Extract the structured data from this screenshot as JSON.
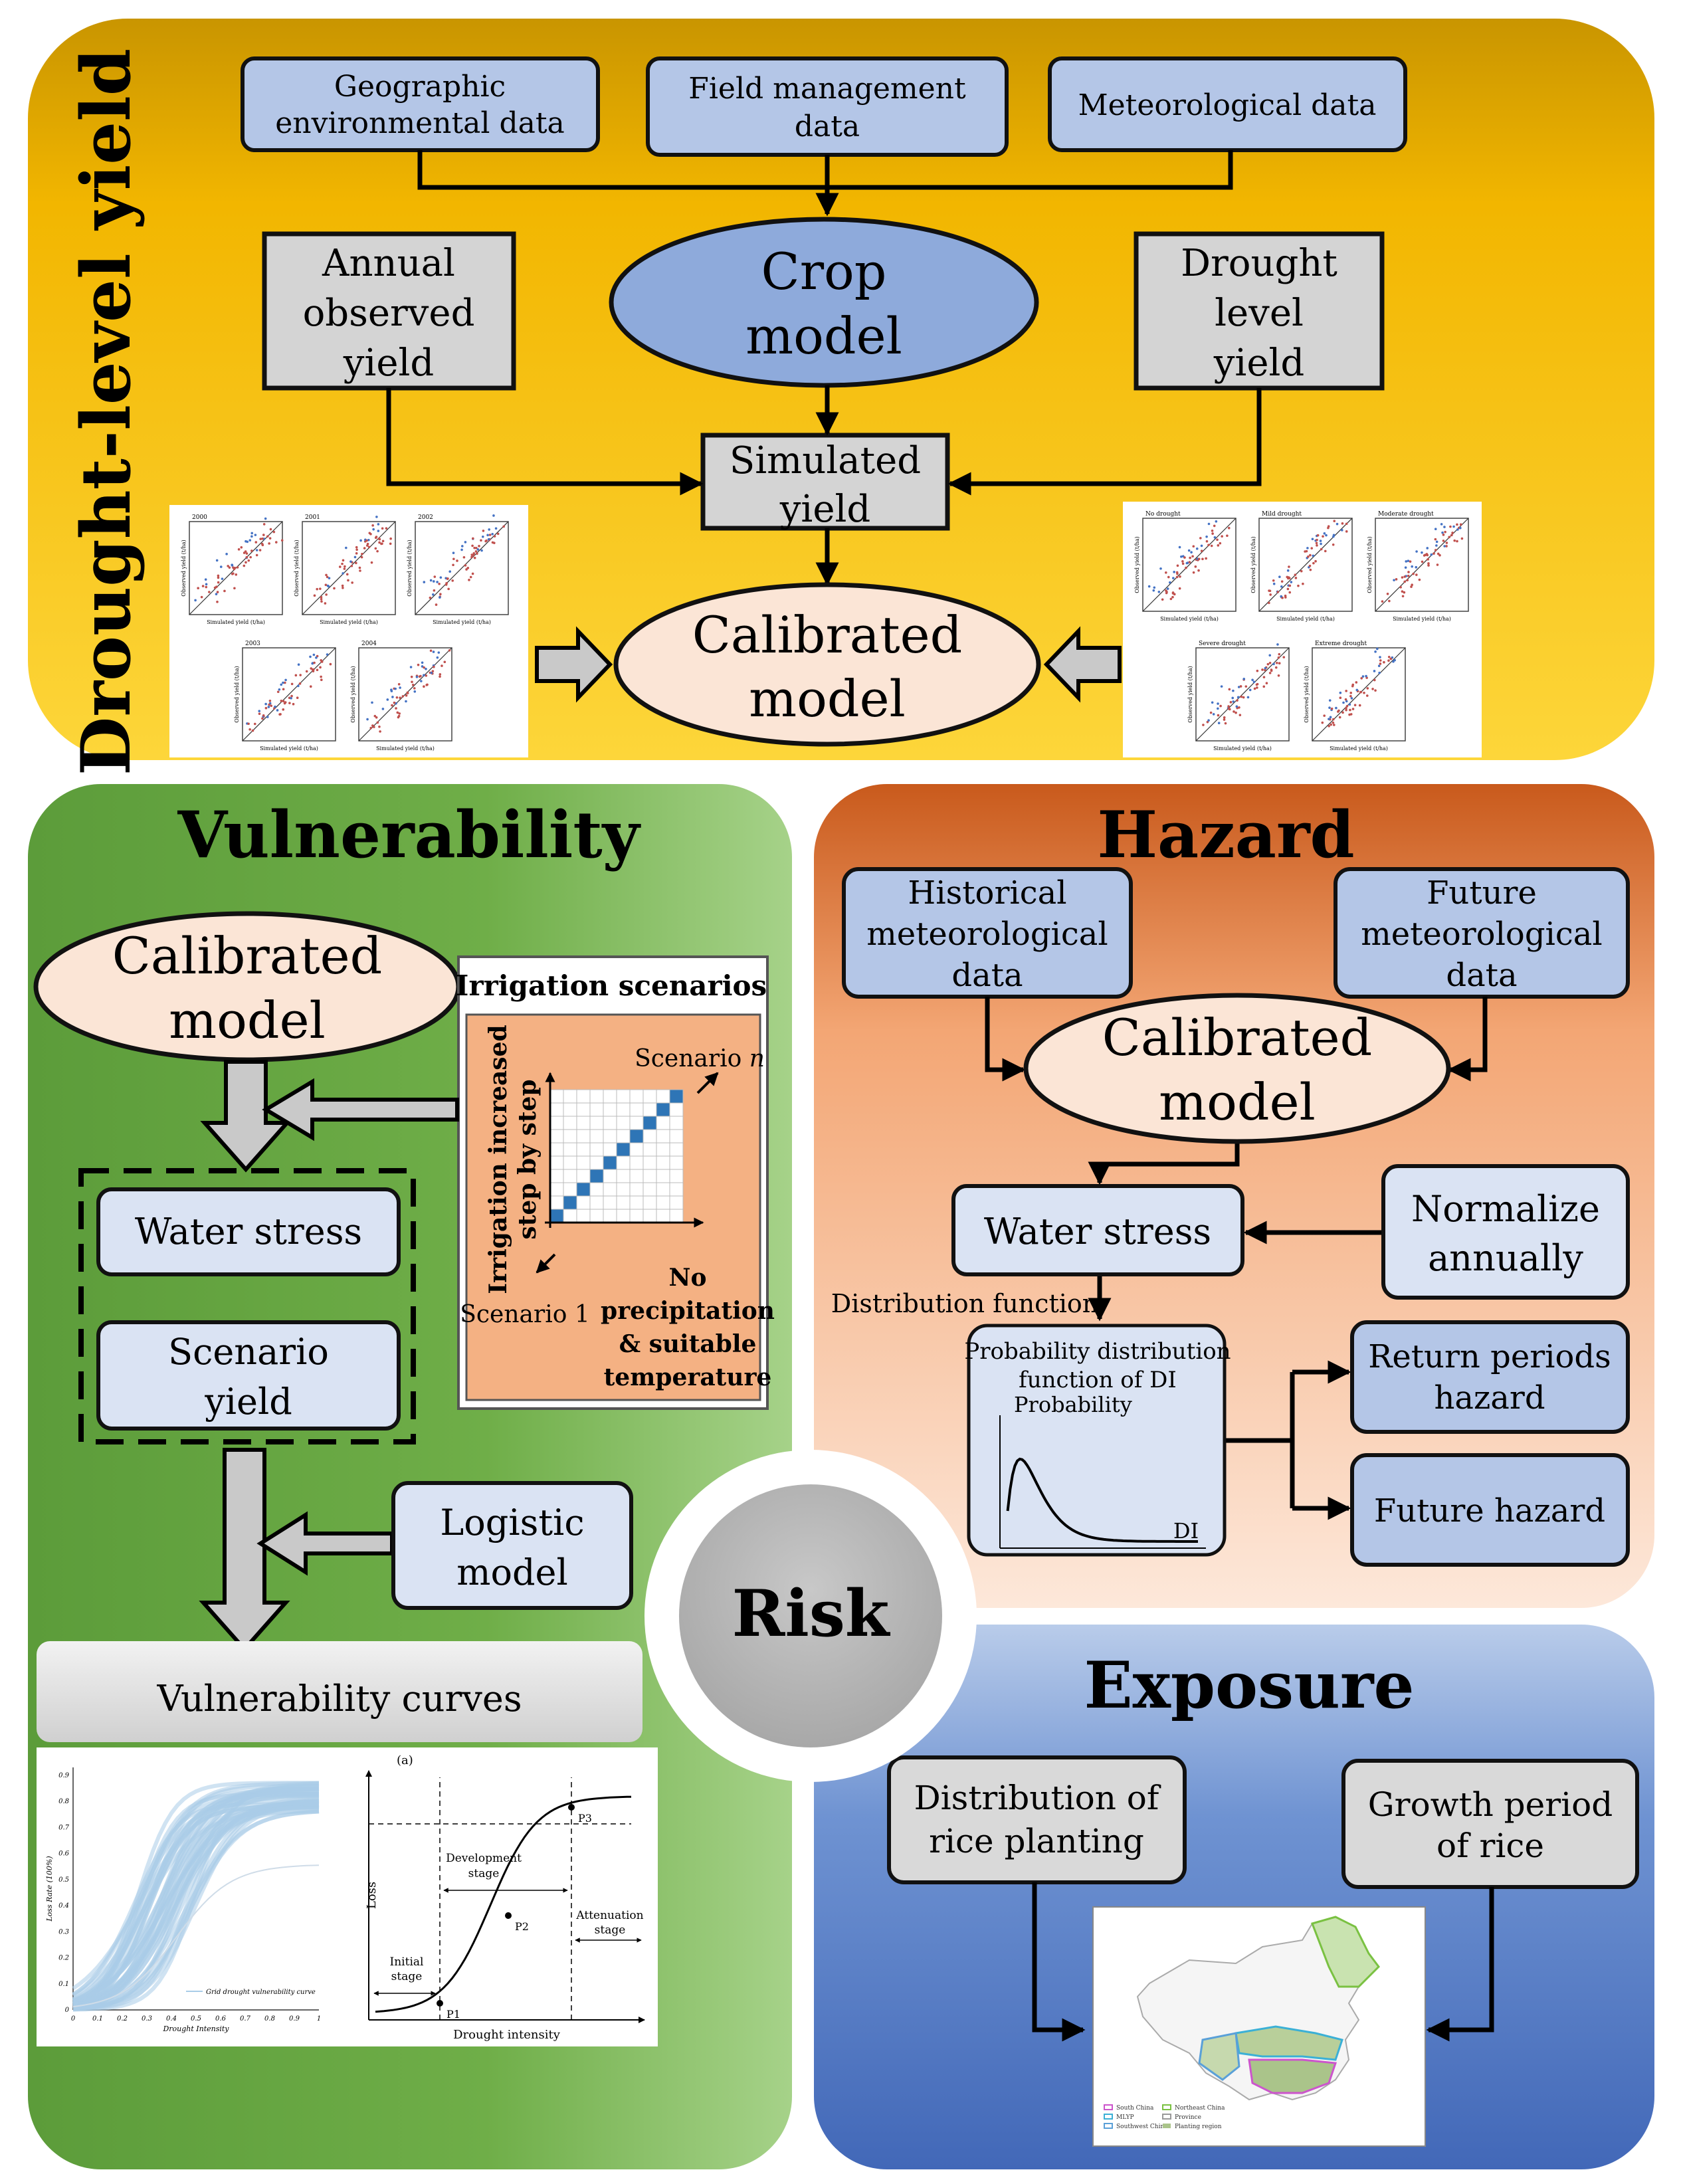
{
  "colors": {
    "drought_panel_top": "#c99500",
    "drought_panel_bottom": "#fdd63a",
    "vulnerability_panel": "#62a53f",
    "hazard_panel_top": "#c95a1c",
    "hazard_panel_bottom": "#fde8da",
    "exposure_panel_top": "#4774c4",
    "exposure_panel_bottom": "#b9ccea",
    "blue_box": "#b4c6e7",
    "light_blue_box": "#dae3f3",
    "grey_box": "#d4d4d4",
    "ellipse_blue": "#8eaadb",
    "ellipse_peach": "#fbe5d6",
    "risk_circle": "#bfbfbf",
    "scatter_blue": "#4472c4",
    "scatter_red": "#c0504d",
    "curve_blue": "#a9cce8",
    "matrix_cell": "#2e75b6",
    "scenarios_bg": "#f4b183"
  },
  "drought_level_yield": {
    "title": "Drought-level yield",
    "inputs": [
      {
        "line1": "Geographic",
        "line2": "environmental data"
      },
      {
        "line1": "Field management",
        "line2": "data"
      },
      {
        "line1": "Meteorological data"
      }
    ],
    "crop_model": {
      "line1": "Crop",
      "line2": "model"
    },
    "annual_observed": {
      "line1": "Annual",
      "line2": "observed",
      "line3": "yield"
    },
    "drought_level": {
      "line1": "Drought",
      "line2": "level",
      "line3": "yield"
    },
    "simulated": {
      "line1": "Simulated",
      "line2": "yield"
    },
    "calibrated": {
      "line1": "Calibrated",
      "line2": "model"
    },
    "scatter_left_years": [
      "2000",
      "2001",
      "2002",
      "2003",
      "2004"
    ],
    "scatter_right_levels": [
      "No drought",
      "Mild drought",
      "Moderate drought",
      "Severe drought",
      "Extreme drought"
    ],
    "scatter_xlabel": "Simulated yield (t/ha)",
    "scatter_ylabel": "Observed yield (t/ha)"
  },
  "vulnerability": {
    "title": "Vulnerability",
    "calibrated": {
      "line1": "Calibrated",
      "line2": "model"
    },
    "irrigation": {
      "title": "Irrigation scenarios",
      "yaxis_line1": "Irrigation increased",
      "yaxis_line2": "step by step",
      "scenario_n_prefix": "Scenario",
      "scenario_n_suffix": "n",
      "scenario_1": "Scenario 1",
      "note_lines": [
        "No",
        "precipitation",
        "& suitable",
        "temperature"
      ]
    },
    "water_stress": "Water stress",
    "scenario_yield": {
      "line1": "Scenario",
      "line2": "yield"
    },
    "logistic": {
      "line1": "Logistic",
      "line2": "model"
    },
    "curves_label": "Vulnerability curves",
    "curve_left": {
      "xlabel": "Drought Intensity",
      "ylabel": "Loss Rate (100%)",
      "legend": "Grid drought vulnerability curve",
      "xticks": [
        "0",
        "0.1",
        "0.2",
        "0.3",
        "0.4",
        "0.5",
        "0.6",
        "0.7",
        "0.8",
        "0.9",
        "1"
      ],
      "yticks": [
        "0",
        "0.1",
        "0.2",
        "0.3",
        "0.4",
        "0.5",
        "0.6",
        "0.7",
        "0.8",
        "0.9"
      ]
    },
    "curve_right": {
      "panel": "(a)",
      "xlabel": "Drought intensity",
      "ylabel": "Loss",
      "initial_line1": "Initial",
      "initial_line2": "stage",
      "development_line1": "Development",
      "development_line2": "stage",
      "attenuation_line1": "Attenuation",
      "attenuation_line2": "stage",
      "p1": "P1",
      "p2": "P2",
      "p3": "P3"
    }
  },
  "hazard": {
    "title": "Hazard",
    "historical": {
      "line1": "Historical",
      "line2": "meteorological",
      "line3": "data"
    },
    "future": {
      "line1": "Future",
      "line2": "meteorological",
      "line3": "data"
    },
    "calibrated": {
      "line1": "Calibrated",
      "line2": "model"
    },
    "water_stress": "Water stress",
    "normalize": {
      "line1": "Normalize",
      "line2": "annually"
    },
    "distribution_function": "Distribution function",
    "pdf": {
      "line1": "Probability distribution",
      "line2": "function of DI",
      "ylabel": "Probability",
      "xlabel": "DI"
    },
    "return_periods": {
      "line1": "Return periods",
      "line2": "hazard"
    },
    "future_hazard": "Future hazard"
  },
  "risk": "Risk",
  "exposure": {
    "title": "Exposure",
    "distribution": {
      "line1": "Distribution of",
      "line2": "rice planting"
    },
    "growth": {
      "line1": "Growth period",
      "line2": "of rice"
    },
    "map_legend": [
      "South China",
      "Northeast China",
      "MLYP",
      "Province",
      "Southwest China",
      "Planting region"
    ]
  }
}
